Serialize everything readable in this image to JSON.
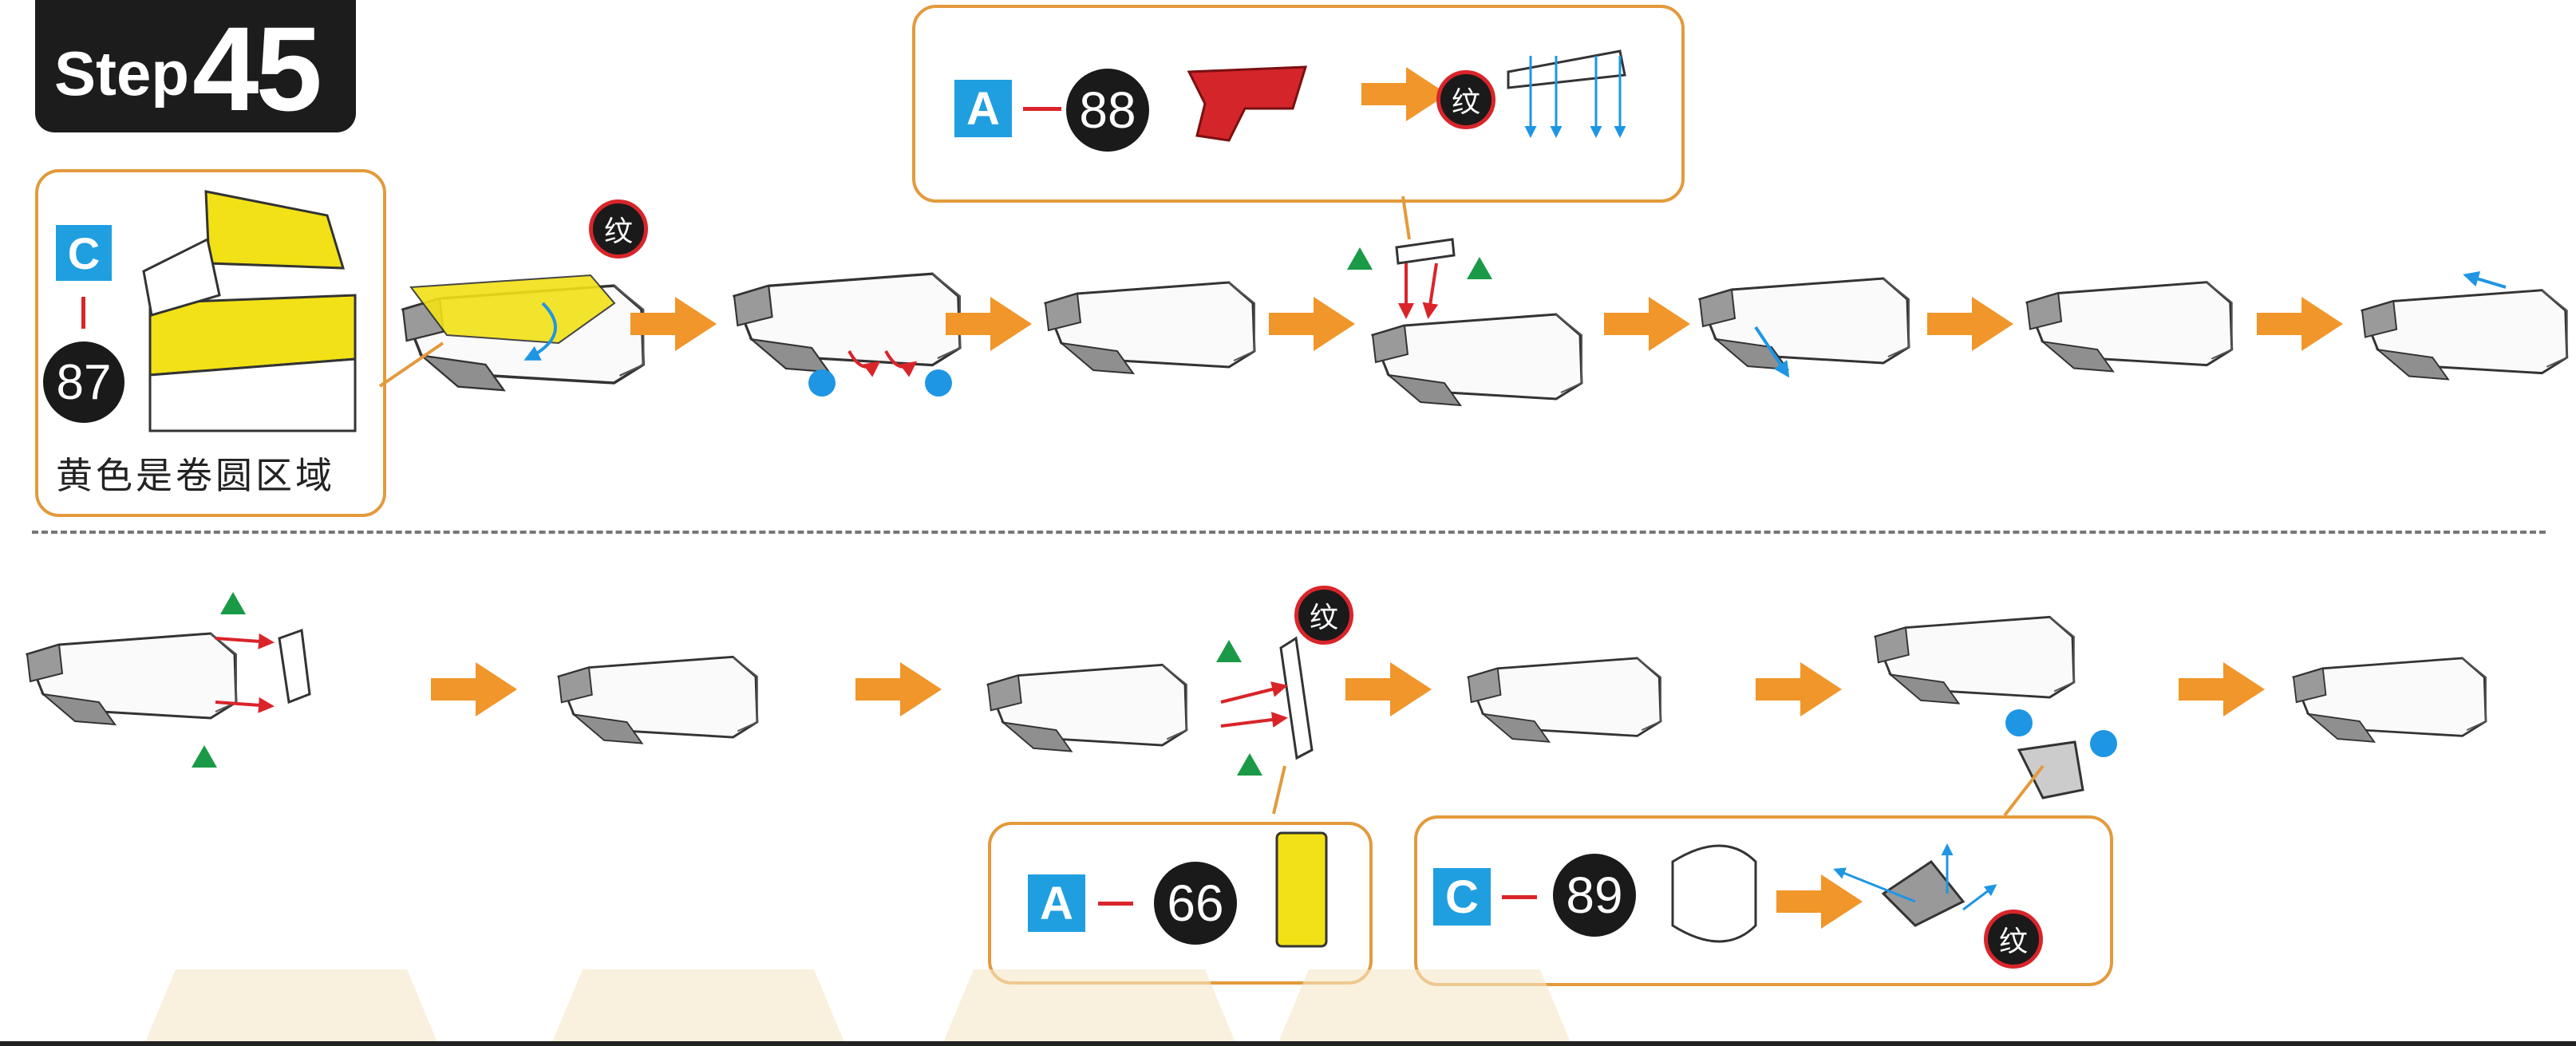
{
  "step": {
    "word": "Step",
    "number": "45"
  },
  "callout_top": {
    "letter": "A",
    "part": "88",
    "emboss": "纹"
  },
  "callout_left": {
    "letter": "C",
    "part": "87",
    "caption": "黄色是卷圆区域"
  },
  "emboss_label": "纹",
  "callout_bottom_left": {
    "letter": "A",
    "part": "66"
  },
  "callout_bottom_right": {
    "letter": "C",
    "part": "89",
    "emboss": "纹"
  },
  "colors": {
    "accent_orange": "#f0962a",
    "callout_border": "#e39a3c",
    "letter_blue": "#1f9fe0",
    "dot_blue": "#1e96e4",
    "marker_green": "#1a9a46",
    "piece_yellow": "#f2e116",
    "piece_red": "#d4252b",
    "arrow_red": "#d9252a"
  }
}
